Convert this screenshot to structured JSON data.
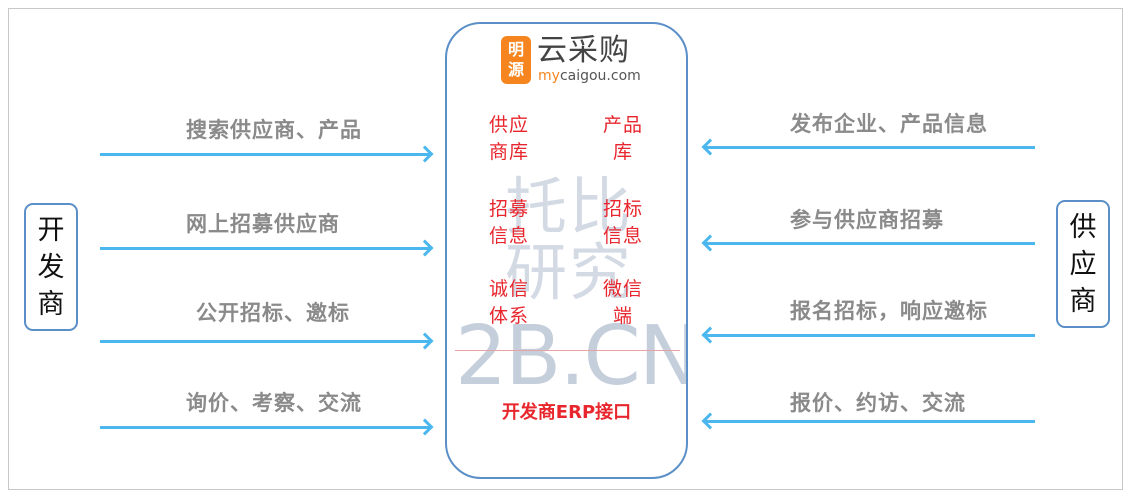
{
  "left_entity": {
    "label": "开发商"
  },
  "right_entity": {
    "label": "供应商"
  },
  "left_flows": [
    "搜索供应商、产品",
    "网上招募供应商",
    "公开招标、邀标",
    "询价、考察、交流"
  ],
  "right_flows": [
    "发布企业、产品信息",
    "参与供应商招募",
    "报名招标，响应邀标",
    "报价、约访、交流"
  ],
  "platform": {
    "logo_badge": "明源",
    "logo_name": "云采购",
    "logo_url_prefix": "my",
    "logo_url_rest": "caigou.com",
    "features": [
      "供应商库",
      "产品库",
      "招募信息",
      "招标信息",
      "诚信体系",
      "微信端"
    ],
    "erp": "开发商ERP接口"
  },
  "watermark": {
    "chars": [
      "托",
      "比",
      "研",
      "究"
    ],
    "domain": "2B.CN"
  },
  "colors": {
    "arrow": "#4cb7ef",
    "border": "#5b8fc7",
    "feature_text": "#e8262d",
    "flow_text": "#8a8a8a",
    "logo_orange": "#f6851f"
  }
}
